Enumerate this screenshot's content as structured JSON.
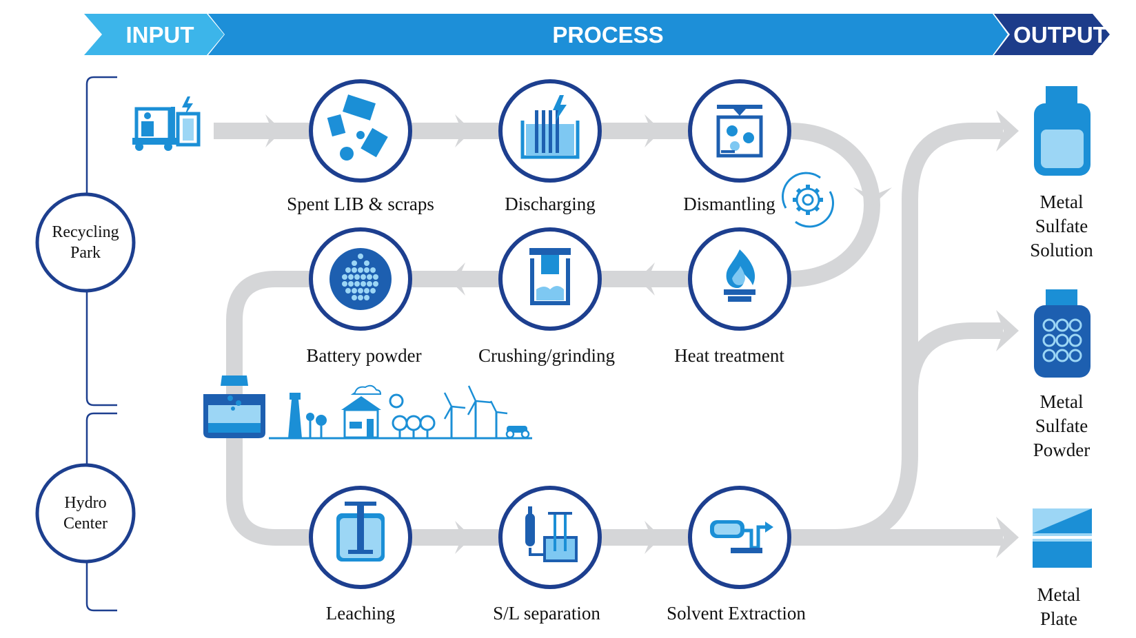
{
  "banner": {
    "input": "INPUT",
    "process": "PROCESS",
    "output": "OUTPUT"
  },
  "sites": {
    "recycling_park": [
      "Recycling",
      "Park"
    ],
    "hydro_center": [
      "Hydro",
      "Center"
    ]
  },
  "steps": {
    "spent": "Spent LIB & scraps",
    "discharging": "Discharging",
    "dismantling": "Dismantling",
    "battery_powder": "Battery powder",
    "crushing": "Crushing/grinding",
    "heat": "Heat treatment",
    "leaching": "Leaching",
    "sl_separation": "S/L separation",
    "solvent": "Solvent Extraction"
  },
  "outputs": {
    "solution": [
      "Metal",
      "Sulfate",
      "Solution"
    ],
    "powder": [
      "Metal",
      "Sulfate",
      "Powder"
    ],
    "plate": [
      "Metal",
      "Plate"
    ]
  },
  "colors": {
    "ring": "#1d3f8f",
    "icon": "#1b8fd6",
    "icon_light": "#7ec8f2",
    "flow": "#d5d6d8",
    "banner_input": "#3cb5ea",
    "banner_process": "#1d8fd8",
    "banner_output": "#1d3c8a"
  }
}
